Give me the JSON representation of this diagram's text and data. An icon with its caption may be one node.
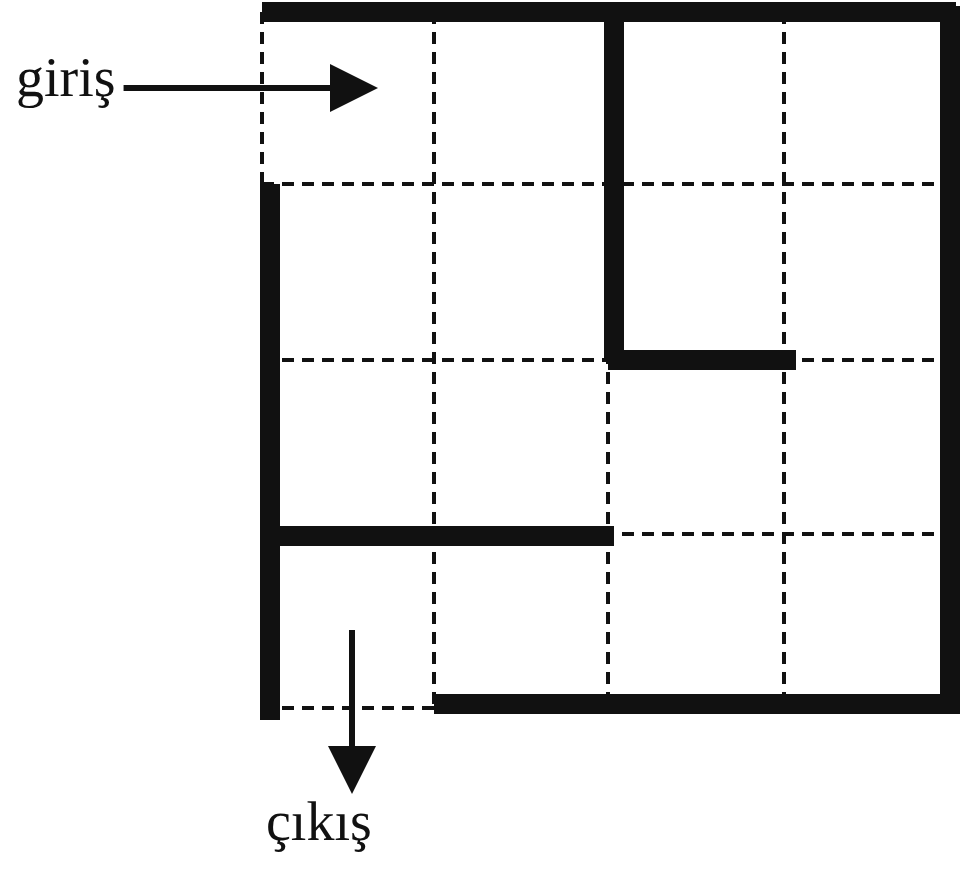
{
  "diagram": {
    "nodes": [
      {
        "text": [
          "giriş"
        ]
      },
      {
        "text": [],
        "shape": "box"
      },
      {
        "text": [
          "çıkış"
        ]
      }
    ],
    "edges": [
      {
        "from": 0,
        "to": 1,
        "arrow": "to"
      },
      {
        "from": 1,
        "to": 2,
        "arrow": "to"
      }
    ]
  }
}
